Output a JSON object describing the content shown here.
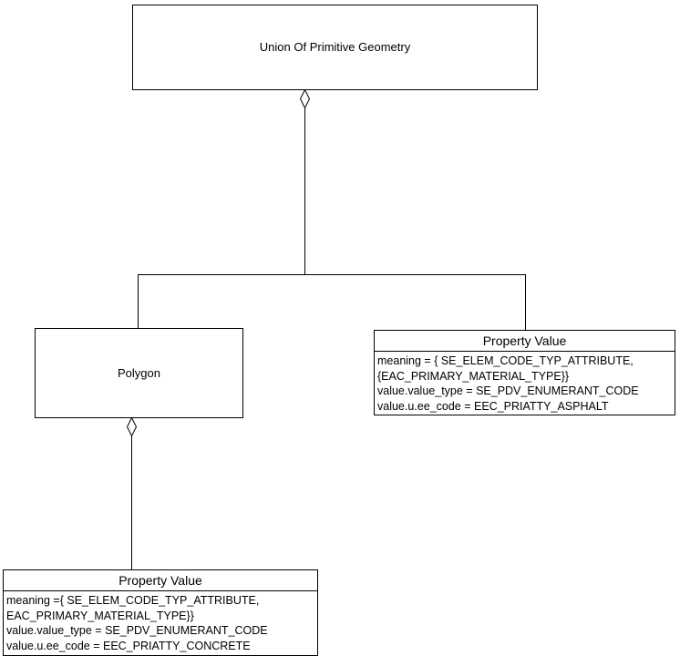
{
  "diagram": {
    "type": "uml-class-aggregation",
    "title": "Union Of Primitive Geometry aggregation structure",
    "line_color": "#000000",
    "fill_color": "#ffffff",
    "nodes": {
      "union": {
        "title": "Union Of Primitive Geometry"
      },
      "polygon": {
        "title": "Polygon"
      },
      "property_value_asphalt": {
        "title": "Property Value",
        "attributes": [
          "meaning = { SE_ELEM_CODE_TYP_ATTRIBUTE,",
          "{EAC_PRIMARY_MATERIAL_TYPE}}",
          "value.value_type = SE_PDV_ENUMERANT_CODE",
          "value.u.ee_code = EEC_PRIATTY_ASPHALT"
        ]
      },
      "property_value_concrete": {
        "title": "Property Value",
        "attributes": [
          "meaning ={ SE_ELEM_CODE_TYP_ATTRIBUTE,",
          "EAC_PRIMARY_MATERIAL_TYPE}}",
          "value.value_type = SE_PDV_ENUMERANT_CODE",
          "value.u.ee_code = EEC_PRIATTY_CONCRETE"
        ]
      }
    },
    "relationships": [
      {
        "name": "union-aggregates-children",
        "source": "union",
        "targets": [
          "polygon",
          "property_value_asphalt"
        ],
        "marker": "hollow-diamond-aggregation"
      },
      {
        "name": "polygon-aggregates-property-value",
        "source": "polygon",
        "targets": [
          "property_value_concrete"
        ],
        "marker": "hollow-diamond-aggregation"
      }
    ]
  }
}
